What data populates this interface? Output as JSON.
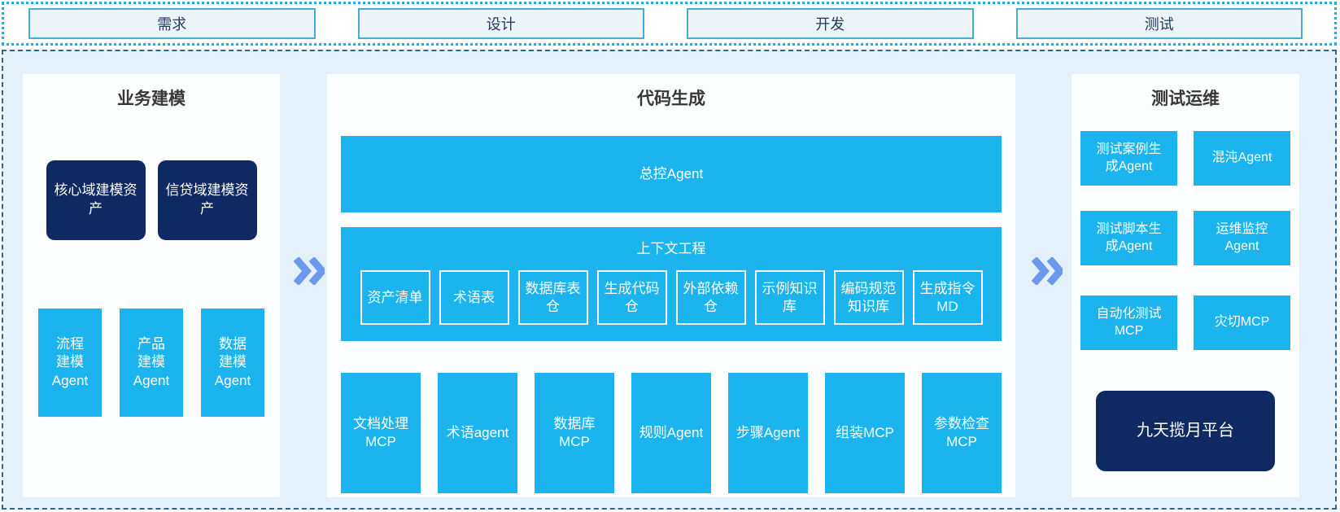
{
  "colors": {
    "cyan": "#1CB4EF",
    "navy": "#0F2963",
    "chevron": "#6C98EE",
    "panel-bg": "#FCFDFE",
    "stage-bg": "#E4F1FA",
    "top-box-bg": "#EEF5FA",
    "top-box-border": "#49ABD6",
    "top-border": "#2BA9DA",
    "main-border": "#33648C",
    "title-text": "#383838",
    "phase-text": "#233A60"
  },
  "phases": [
    "需求",
    "设计",
    "开发",
    "测试"
  ],
  "business_modeling": {
    "title": "业务建模",
    "asset_boxes": [
      "核心域建模资产",
      "信贷域建模资产"
    ],
    "agent_boxes": [
      "流程建模Agent",
      "产品建模Agent",
      "数据建模Agent"
    ]
  },
  "code_generation": {
    "title": "代码生成",
    "master_agent": "总控Agent",
    "context_engineering": {
      "title": "上下文工程",
      "items": [
        "资产清单",
        "术语表",
        "数据库表仓",
        "生成代码仓",
        "外部依赖仓",
        "示例知识库",
        "编码规范知识库",
        "生成指令MD"
      ]
    },
    "tools": [
      "文档处理MCP",
      "术语agent",
      "数据库MCP",
      "规则Agent",
      "步骤Agent",
      "组装MCP",
      "参数检查MCP"
    ]
  },
  "test_ops": {
    "title": "测试运维",
    "grid": [
      "测试案例生成Agent",
      "混沌Agent",
      "测试脚本生成Agent",
      "运维监控Agent",
      "自动化测试MCP",
      "灾切MCP"
    ],
    "platform": "九天揽月平台"
  }
}
